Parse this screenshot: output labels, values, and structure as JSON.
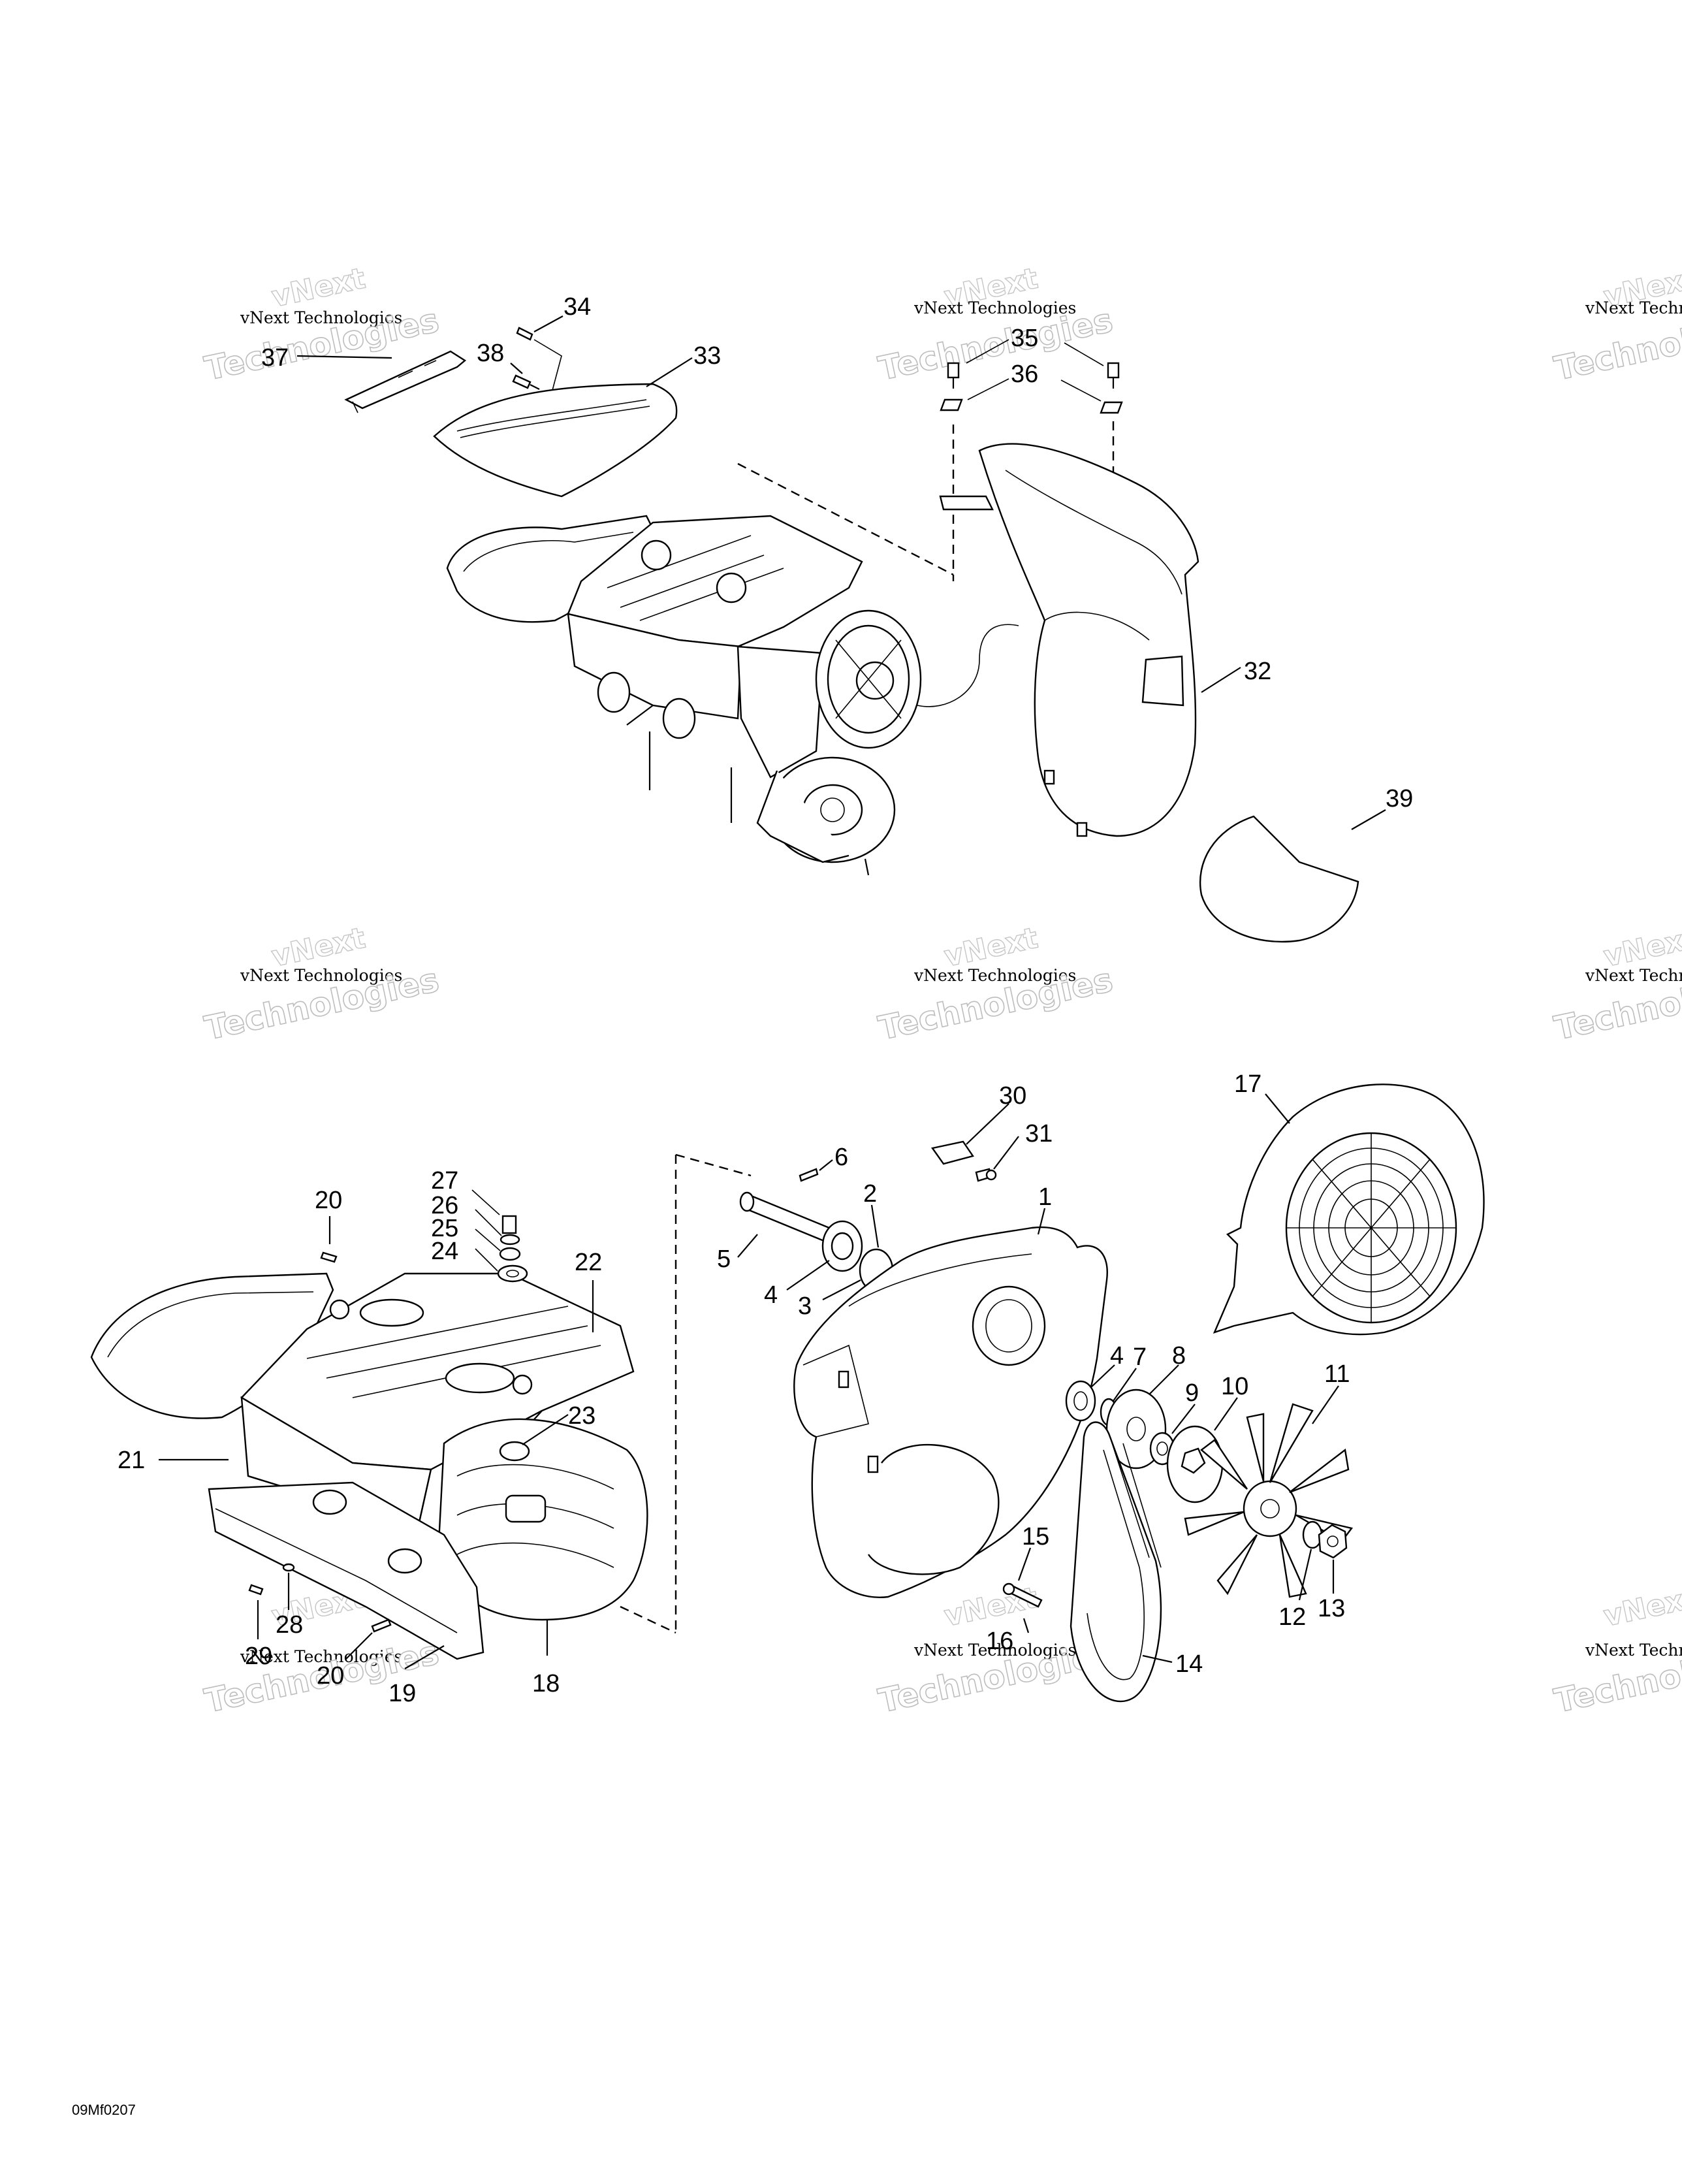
{
  "diagram_code": "09Mf0207",
  "watermark": {
    "top_text": "vNext",
    "company_text": "vNext Technologies",
    "big_text": "Technologies"
  },
  "callouts": [
    "1",
    "2",
    "3",
    "4",
    "5",
    "6",
    "7",
    "8",
    "9",
    "10",
    "11",
    "12",
    "13",
    "14",
    "15",
    "16",
    "17",
    "18",
    "19",
    "20",
    "21",
    "22",
    "23",
    "24",
    "25",
    "26",
    "27",
    "28",
    "29",
    "30",
    "31",
    "32",
    "33",
    "34",
    "35",
    "36",
    "37",
    "38",
    "39"
  ],
  "labels": {
    "c34": "34",
    "c33": "33",
    "c37": "37",
    "c38": "38",
    "c35": "35",
    "c36": "36",
    "c32": "32",
    "c39": "39",
    "c17": "17",
    "c30": "30",
    "c31": "31",
    "c6": "6",
    "c2": "2",
    "c1": "1",
    "c5": "5",
    "c4a": "4",
    "c3": "3",
    "c4b": "4",
    "c7": "7",
    "c8": "8",
    "c9": "9",
    "c10": "10",
    "c11": "11",
    "c12": "12",
    "c13": "13",
    "c14": "14",
    "c15": "15",
    "c16": "16",
    "c20a": "20",
    "c27": "27",
    "c26": "26",
    "c25": "25",
    "c24": "24",
    "c22": "22",
    "c23": "23",
    "c21": "21",
    "c28": "28",
    "c29": "29",
    "c20b": "20",
    "c19": "19",
    "c18": "18"
  }
}
